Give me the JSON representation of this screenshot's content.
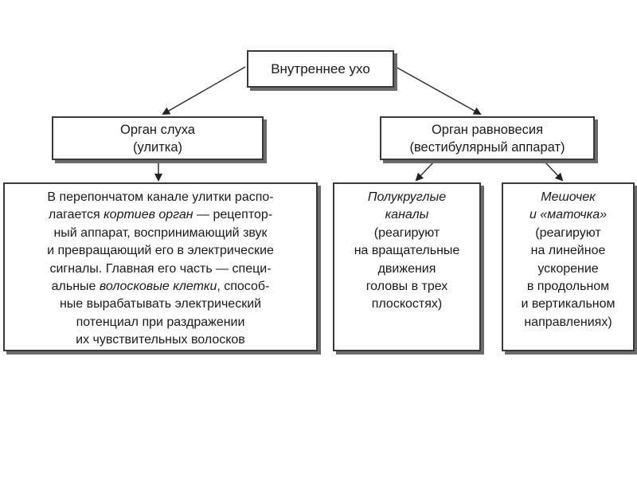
{
  "root": {
    "label": "Внутреннее ухо"
  },
  "hearing": {
    "line1": "Орган слуха",
    "line2": "(улитка)"
  },
  "balance": {
    "line1": "Орган равновесия",
    "line2": "(вестибулярный аппарат)"
  },
  "description": {
    "l1": "В перепончатом канале улитки распо-",
    "l2a": "лагается ",
    "l2b": "кортиев орган",
    "l2c": " — рецептор-",
    "l3": "ный аппарат, воспринимающий звук",
    "l4": "и превращающий его в электрические",
    "l5": "сигналы. Главная его часть — специ-",
    "l6a": "альные ",
    "l6b": "волосковые клетки",
    "l6c": ", способ-",
    "l7": "ные вырабатывать электрический",
    "l8": "потенциал при раздражении",
    "l9": "их чувствительных волосков"
  },
  "canals": {
    "title1": "Полукруглые",
    "title2": "каналы",
    "l1": "(реагируют",
    "l2": "на вращательные",
    "l3": "движения",
    "l4": "головы в трех",
    "l5": "плоскостях)"
  },
  "sac": {
    "title1": "Мешочек",
    "title2": "и «маточка»",
    "l1": "(реагируют",
    "l2": "на линейное",
    "l3": "ускорение",
    "l4": "в продольном",
    "l5": "и вертикальном",
    "l6": "направлениях)"
  }
}
